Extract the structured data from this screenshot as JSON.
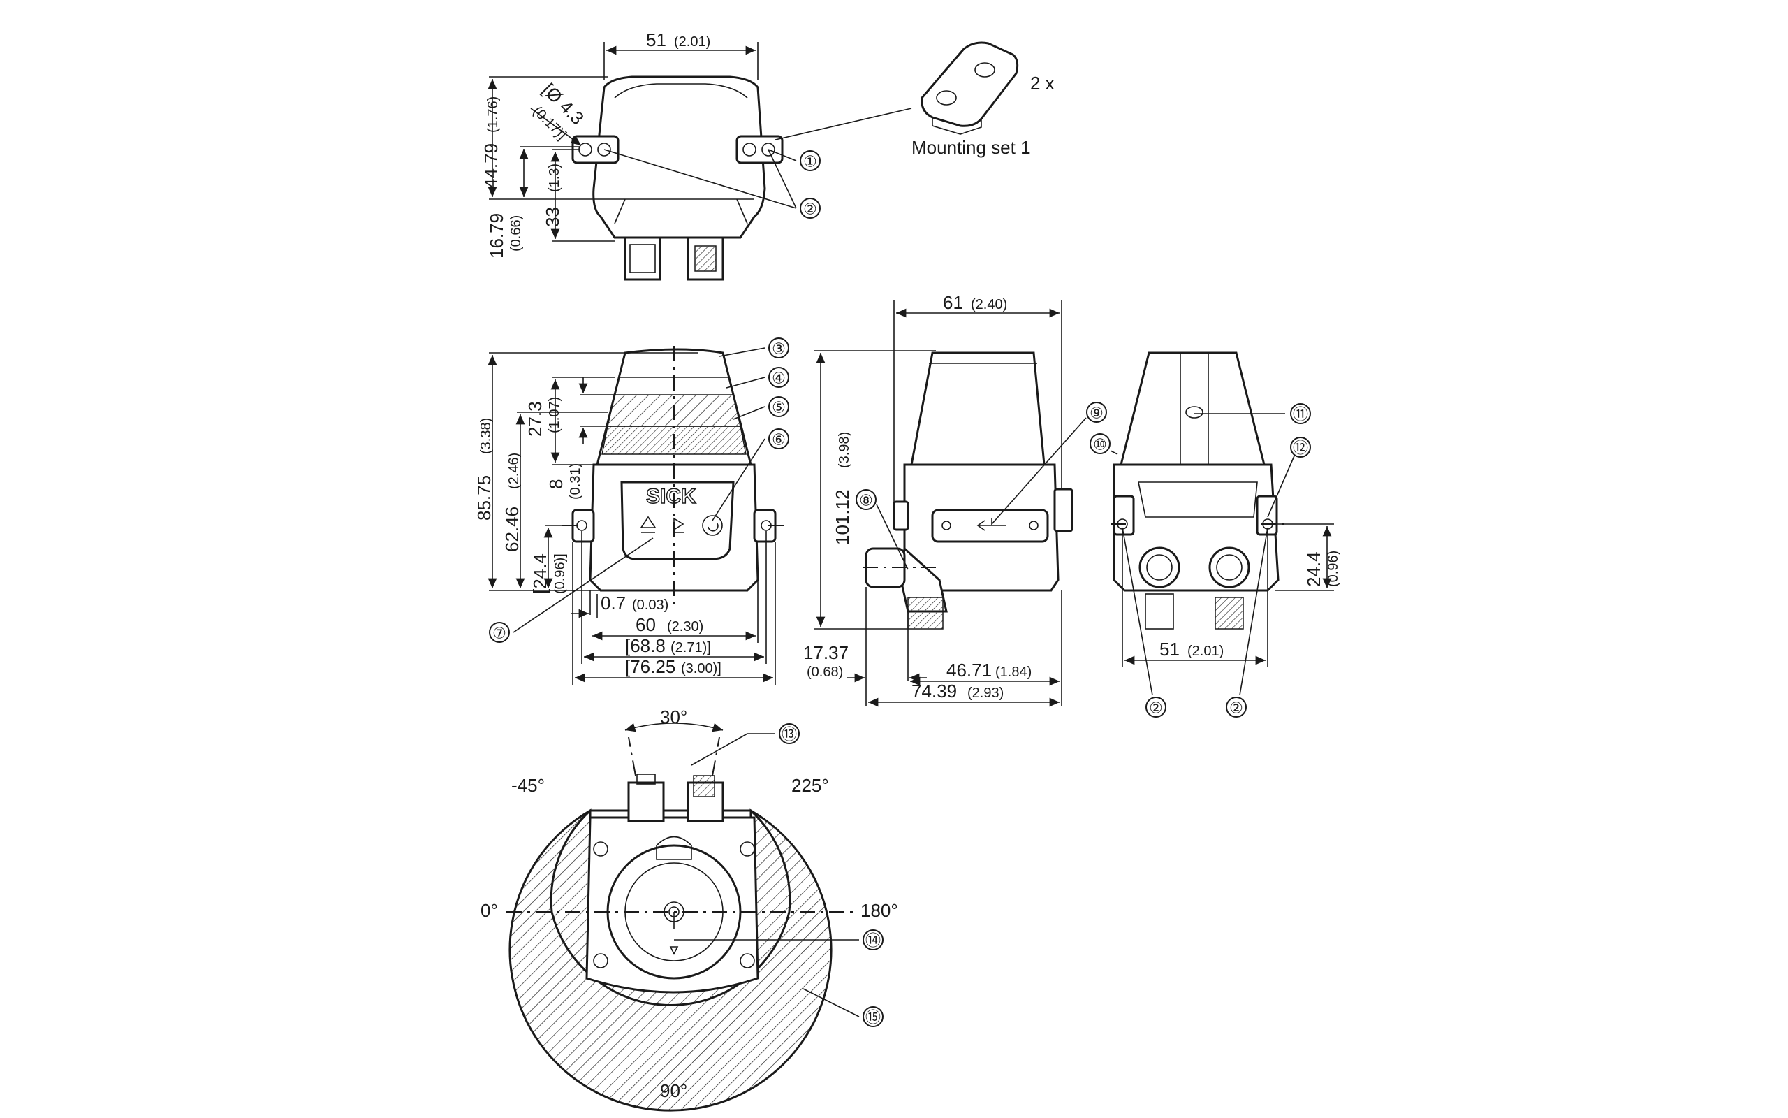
{
  "dimensions": {
    "top_width": "51",
    "top_width_in": "(2.01)",
    "top_h1": "44.79",
    "top_h1_in": "(1.76)",
    "top_hole": "[Ø 4.3",
    "top_hole_in": "(0.17)]",
    "top_h2": "33",
    "top_h2_in": "(1.3)",
    "top_h3": "16.79",
    "top_h3_in": "(0.66)",
    "front_h_total": "85.75",
    "front_h_total_in": "(3.38)",
    "front_h_body": "62.46",
    "front_h_body_in": "(2.46)",
    "front_h_mount": "[24.4",
    "front_h_mount_in": "(0.96)]",
    "front_h_window": "27.3",
    "front_h_window_in": "(1.07)",
    "front_h_band": "8",
    "front_h_band_in": "(0.31)",
    "front_w_offset": "0.7",
    "front_w_offset_in": "(0.03)",
    "front_w_body": "60",
    "front_w_body_in": "(2.30)",
    "front_w_holes": "[68.8",
    "front_w_holes_in": "(2.71)]",
    "front_w_total": "[76.25",
    "front_w_total_in": "(3.00)]",
    "side_w": "61",
    "side_w_in": "(2.40)",
    "side_h": "101.12",
    "side_h_in": "(3.98)",
    "side_conn": "17.37",
    "side_conn_in": "(0.68)",
    "side_depth": "46.71",
    "side_depth_in": "(1.84)",
    "side_total": "74.39",
    "side_total_in": "(2.93)",
    "rear_w": "51",
    "rear_w_in": "(2.01)",
    "rear_h": "24.4",
    "rear_h_in": "(0.96)"
  },
  "angles": {
    "connector": "30°",
    "left": "-45°",
    "right": "225°",
    "zero": "0°",
    "half": "180°",
    "bottom": "90°"
  },
  "labels": {
    "mounting_set": "Mounting set 1",
    "quantity": "2 x",
    "brand": "SICK"
  },
  "callouts": [
    "①",
    "②",
    "③",
    "④",
    "⑤",
    "⑥",
    "⑦",
    "⑧",
    "⑨",
    "⑩",
    "⑪",
    "⑫",
    "⑬",
    "⑭",
    "⑮"
  ]
}
